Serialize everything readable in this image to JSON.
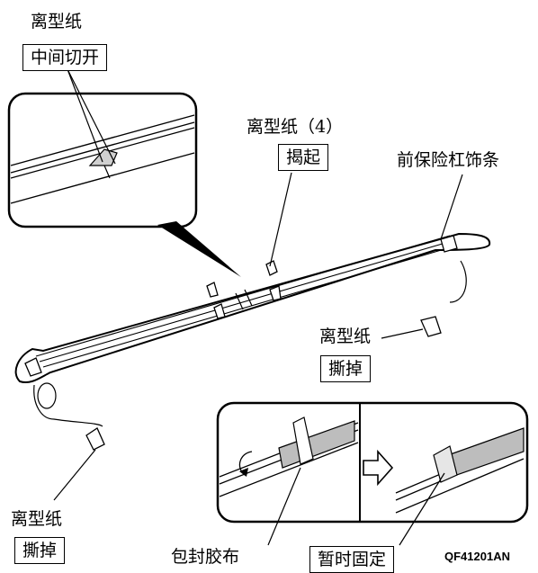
{
  "labels": {
    "release_paper": "离型纸",
    "cut_middle": "中间切开",
    "release_paper_4": "离型纸（4）",
    "lift": "揭起",
    "front_bumper_trim": "前保险杠饰条",
    "tear_off": "撕掉",
    "wrap_tape": "包封胶布",
    "temp_fix": "暂时固定"
  },
  "figure_code": "QF41201AN",
  "icons": {
    "arrow": "right-arrow-icon"
  },
  "colors": {
    "line": "#000000",
    "tape_fill": "#bdbdbd"
  }
}
